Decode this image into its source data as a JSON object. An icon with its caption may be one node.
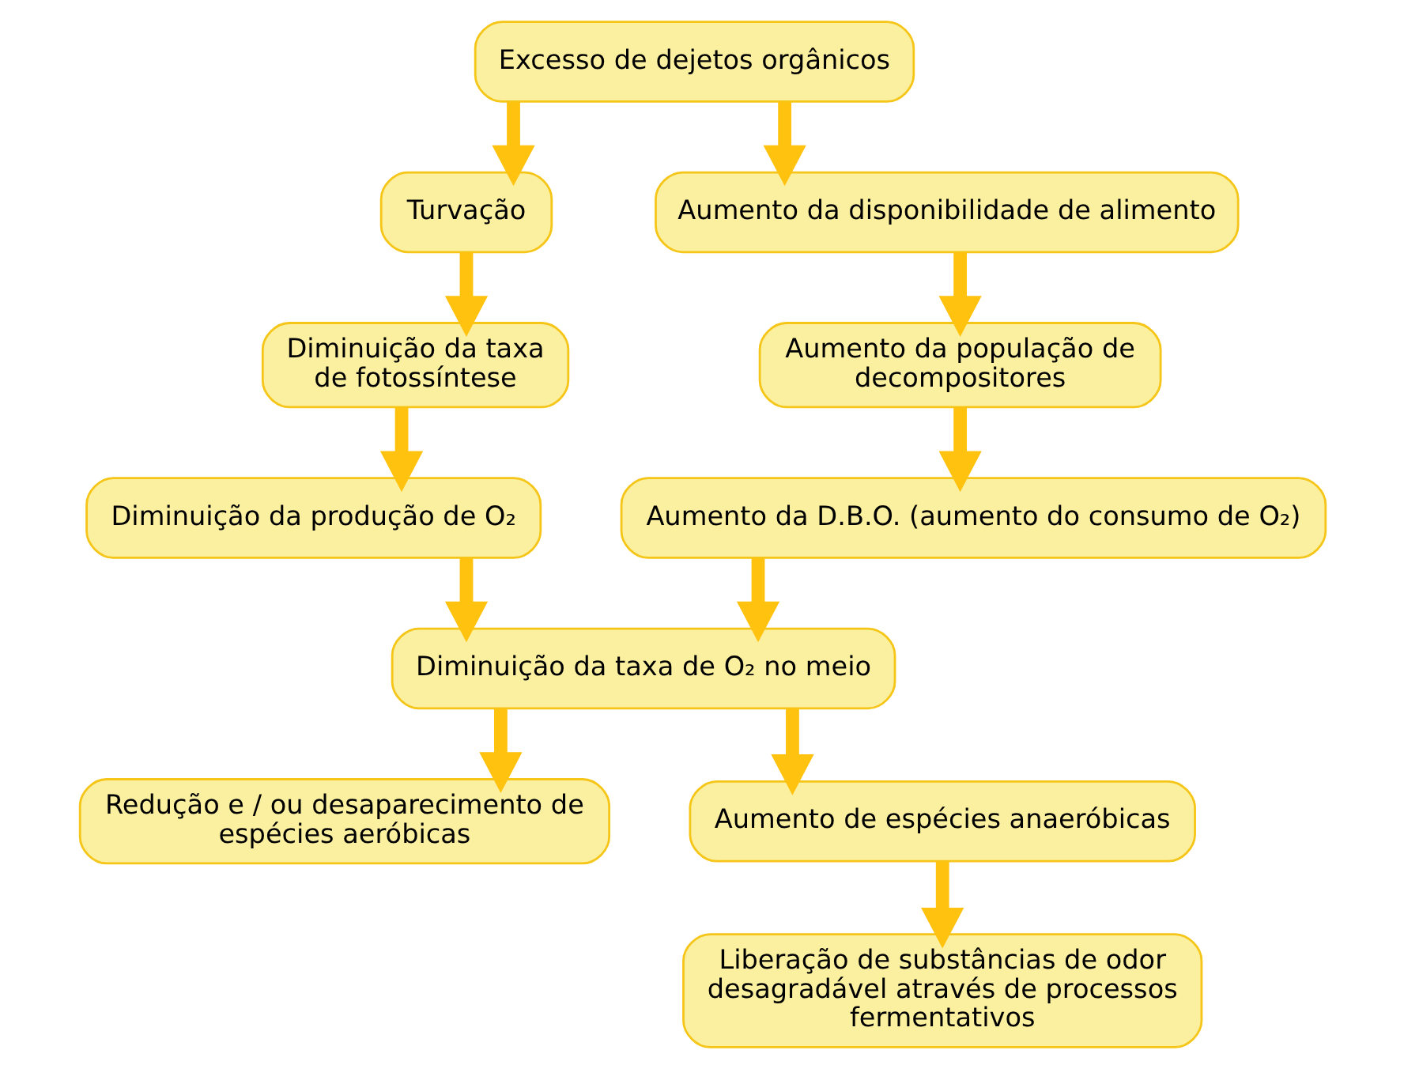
{
  "diagram": {
    "nodes": [
      {
        "text": [
          "Excesso de dejetos orgânicos"
        ]
      },
      {
        "text": [
          "Turvação"
        ]
      },
      {
        "text": [
          "Diminuição da taxa de fotossíntese"
        ]
      },
      {
        "text": [
          "Diminuição da produção de O₂"
        ]
      },
      {
        "text": [
          "Aumento da disponibilidade de alimento"
        ]
      },
      {
        "text": [
          "Aumento da população de decompositores"
        ]
      },
      {
        "text": [
          "Aumento da D.B.O. (aumento do consumo de O₂)"
        ]
      },
      {
        "text": [
          "Diminuição da taxa de O₂ no meio"
        ]
      },
      {
        "text": [
          "Redução e / ou desaparecimento de espécies aeróbicas"
        ]
      },
      {
        "text": [
          "Aumento de espécies anaeróbicas"
        ]
      },
      {
        "text": [
          "Liberação de substâncias de odor desagradável através de processos fermentativos"
        ]
      }
    ],
    "edges": [
      {
        "from": 0,
        "to": 1,
        "arrow": "to"
      },
      {
        "from": 0,
        "to": 4,
        "arrow": "to"
      },
      {
        "from": 1,
        "to": 2,
        "arrow": "to"
      },
      {
        "from": 2,
        "to": 3,
        "arrow": "to"
      },
      {
        "from": 3,
        "to": 7,
        "arrow": "to"
      },
      {
        "from": 4,
        "to": 5,
        "arrow": "to"
      },
      {
        "from": 5,
        "to": 6,
        "arrow": "to"
      },
      {
        "from": 6,
        "to": 7,
        "arrow": "to"
      },
      {
        "from": 7,
        "to": 8,
        "arrow": "to"
      },
      {
        "from": 7,
        "to": 9,
        "arrow": "to"
      },
      {
        "from": 9,
        "to": 10,
        "arrow": "to"
      }
    ]
  }
}
